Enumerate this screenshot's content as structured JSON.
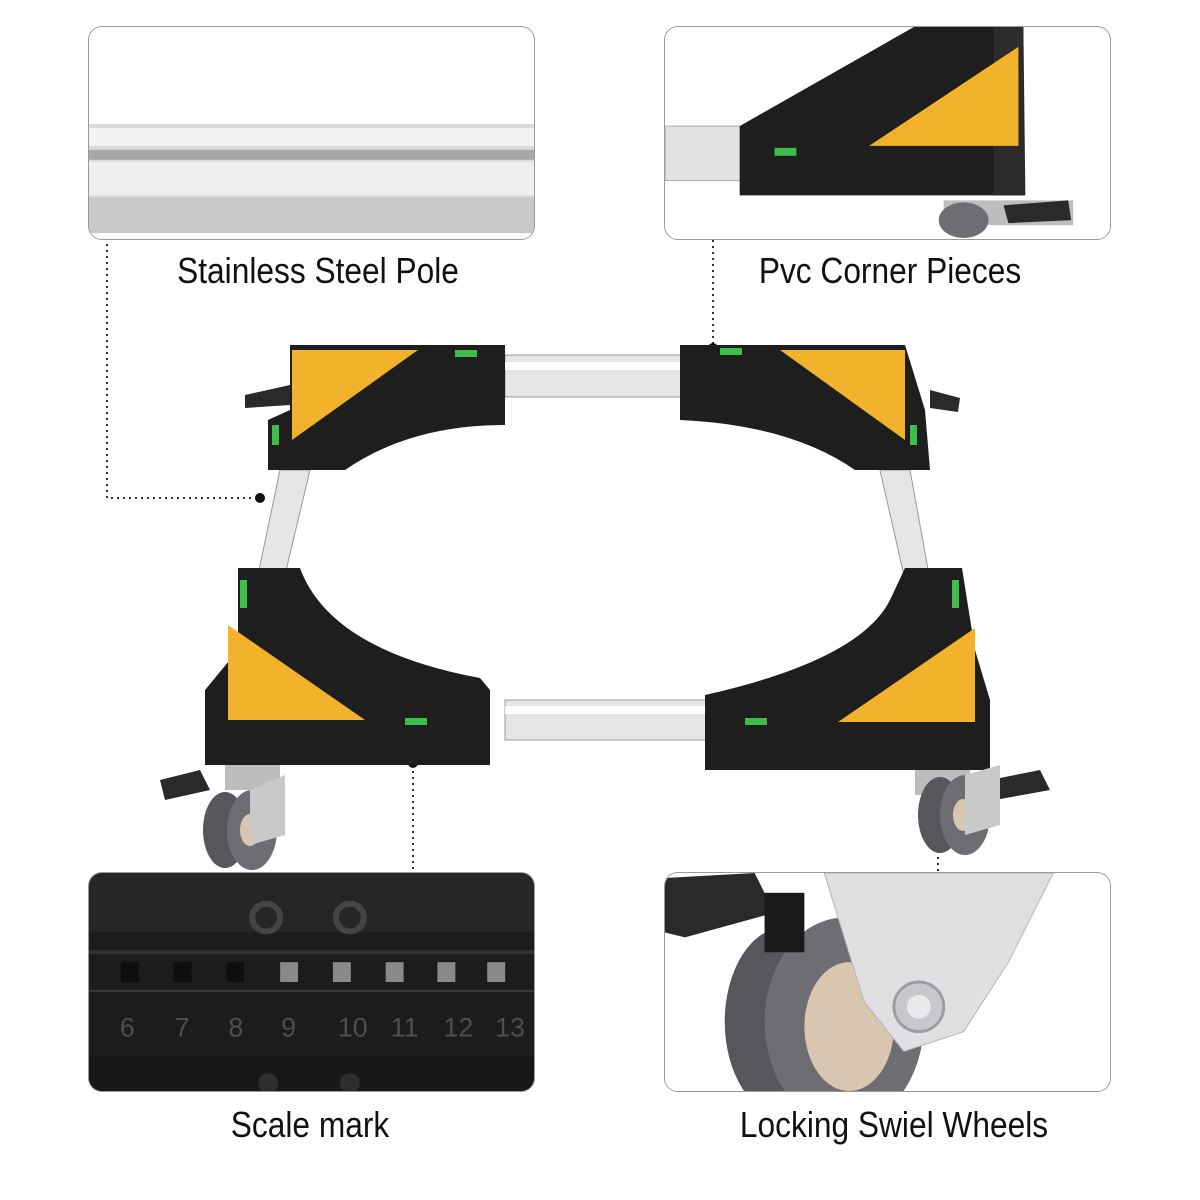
{
  "colors": {
    "accent_yellow": "#F2B22C",
    "body_black": "#1E1E1E",
    "steel": "#D8D8D8",
    "level_green": "#3DBE4A",
    "wheel_gray": "#6E6E72",
    "hub_beige": "#D9C6B0"
  },
  "callouts": {
    "pole_label": "Stainless Steel Pole",
    "corner_label": "Pvc Corner Pieces",
    "scale_label": "Scale mark",
    "wheel_label": "Locking Swiel Wheels"
  },
  "scale_numbers": [
    "6",
    "7",
    "8",
    "9",
    "10",
    "11",
    "12",
    "13"
  ]
}
